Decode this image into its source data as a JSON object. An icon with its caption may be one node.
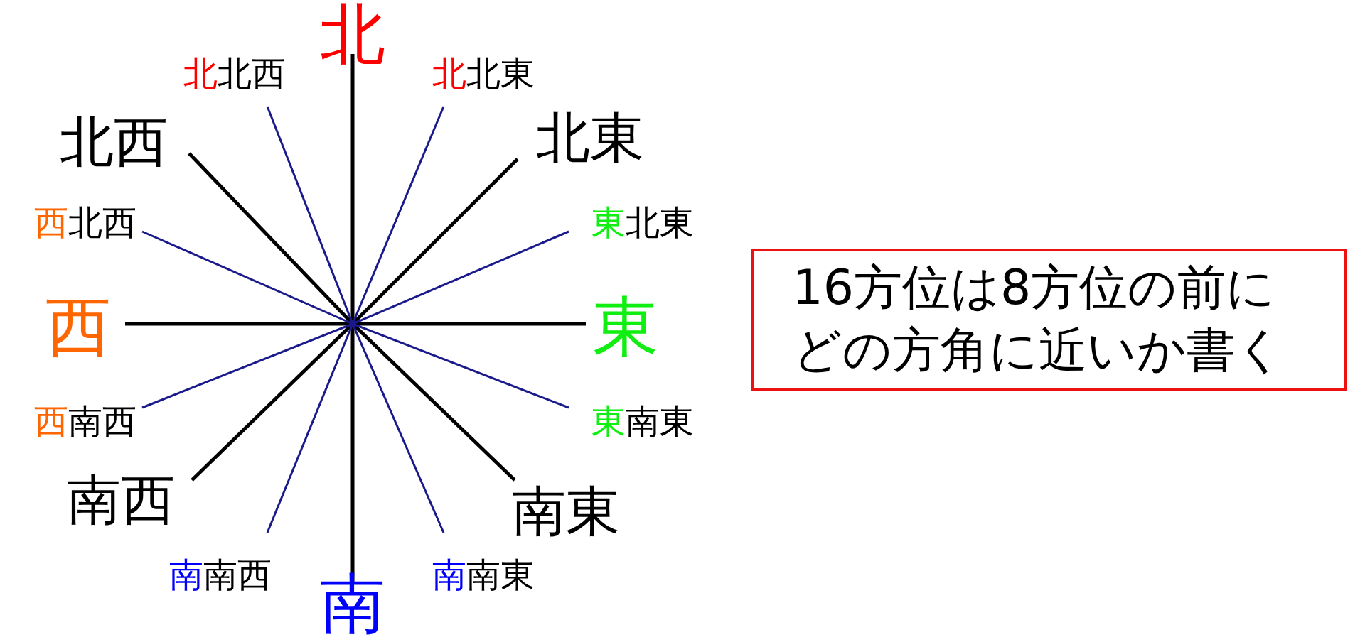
{
  "diagram": {
    "nodes": [
      {
        "text": [
          "16方位は8方位の前にどの方角に近いか書く"
        ]
      }
    ],
    "edges": [],
    "labels": [
      "北",
      "北北西",
      "北北東",
      "北西",
      "北東",
      "西北西",
      "東北東",
      "西",
      "東",
      "西南西",
      "東南東",
      "南西",
      "南東",
      "南南西",
      "南南東",
      "南"
    ]
  }
}
